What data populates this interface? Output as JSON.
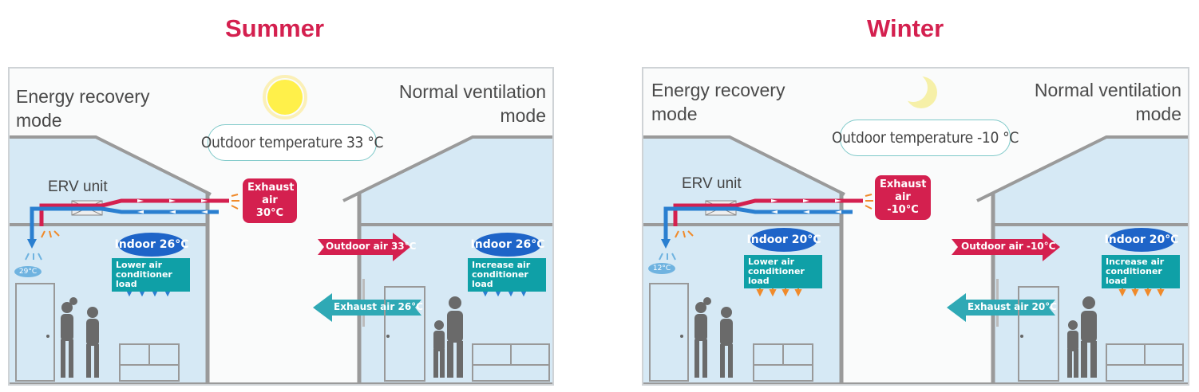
{
  "summer": {
    "title": "Summer",
    "left_label": [
      "Energy recovery",
      "mode"
    ],
    "right_label": [
      "Normal ventilation",
      "mode"
    ],
    "outdoor_temp": "Outdoor temperature 33 °C",
    "erv_label": "ERV unit",
    "exhaust_tag": [
      "Exhaust air",
      "30°C"
    ],
    "indoor_left": "Indoor 26°C",
    "indoor_right": "Indoor 26°C",
    "load_left": [
      "Lower air",
      "conditioner load"
    ],
    "load_right": [
      "Increase air",
      "conditioner load"
    ],
    "outdoor_air": "Outdoor air 33°C",
    "exhaust_air": "Exhaust air 26°C",
    "supply_temp": "29°C",
    "icon": "sun-icon",
    "air_arrow_color": "#2a7fd0"
  },
  "winter": {
    "title": "Winter",
    "left_label": [
      "Energy recovery",
      "mode"
    ],
    "right_label": [
      "Normal ventilation",
      "mode"
    ],
    "outdoor_temp": "Outdoor temperature -10 °C",
    "erv_label": "ERV unit",
    "exhaust_tag": [
      "Exhaust air",
      "-10°C"
    ],
    "indoor_left": "Indoor 20°C",
    "indoor_right": "Indoor 20°C",
    "load_left": [
      "Lower air",
      "conditioner load"
    ],
    "load_right": [
      "Increase air",
      "conditioner load"
    ],
    "outdoor_air": "Outdoor air -10°C",
    "exhaust_air": "Exhaust air 20°C",
    "supply_temp": "12°C",
    "icon": "moon-icon",
    "air_arrow_color": "#f08a2a"
  },
  "colors": {
    "title": "#d4204f",
    "exhaust": "#d4204f",
    "supply": "#2a7fd0",
    "indoor": "#1e64c8",
    "load": "#0fa0a7",
    "return_arrow": "#2fa9b5",
    "room": "#d6e9f5",
    "wall": "#9a9a9a",
    "silhouette": "#6a6a6a"
  }
}
